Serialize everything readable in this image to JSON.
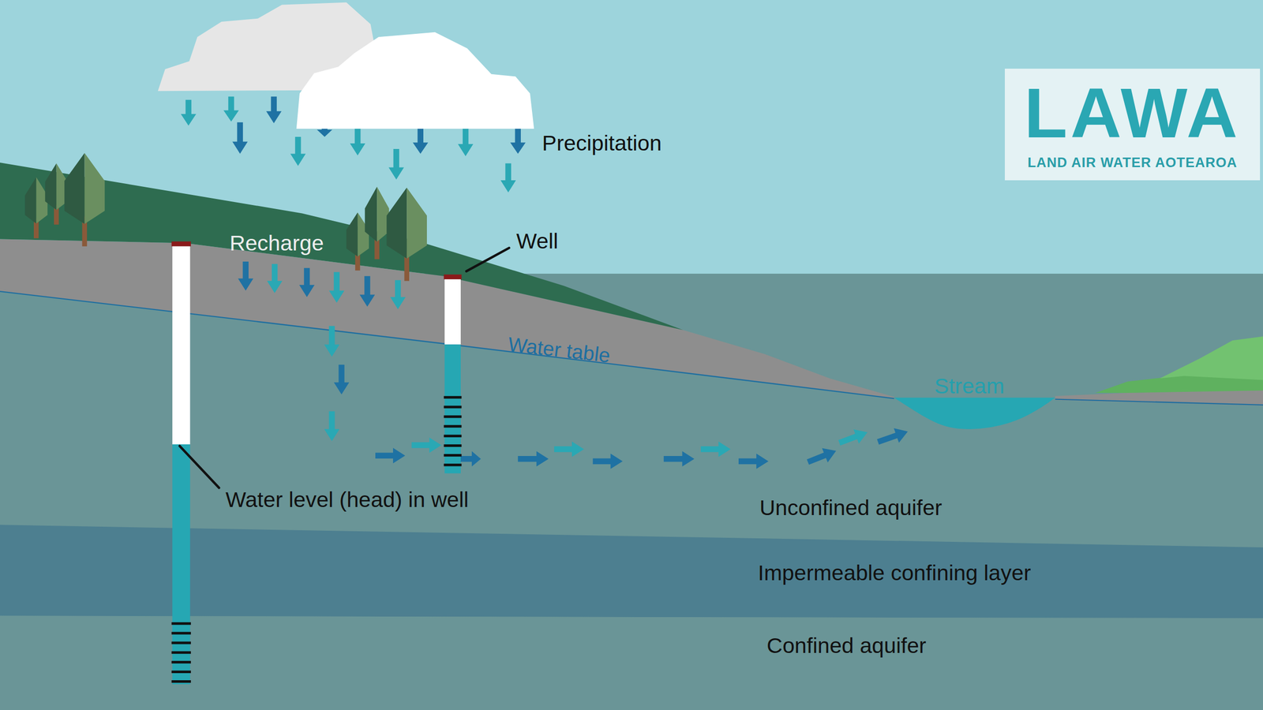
{
  "diagram": {
    "nodes": [
      {
        "text": [
          "LAWA",
          "LAND AIR WATER AOTEAROA"
        ]
      }
    ],
    "labels": [
      "Precipitation",
      "Recharge",
      "Well",
      "Water table",
      "Stream",
      "Water level (head) in well",
      "Unconfined aquifer",
      "Impermeable confining layer",
      "Confined aquifer"
    ]
  }
}
